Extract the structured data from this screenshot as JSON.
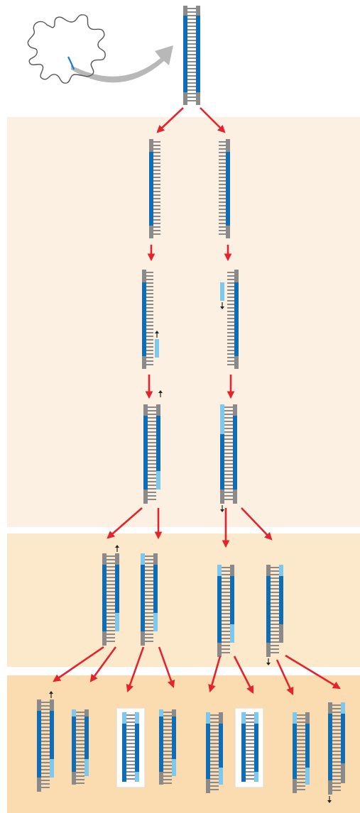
{
  "colors": {
    "background": "#ffffff",
    "cycle_1_band": "#fbf0e2",
    "cycle_2_band": "#fce9cc",
    "cycle_3_band": "#fbdcb0",
    "template_strand": "#0f6db5",
    "new_strand": "#7dc8ec",
    "flanking_region": "#8a8a8a",
    "rungs": "#8a8a8a",
    "arrow": "#e5232c",
    "extension_arrow": "#222222",
    "source_curve": "#b3b3b3",
    "source_dna": "#555555",
    "target_segment": "#1b7fc4",
    "highlight_box_fill": "#ffffff",
    "highlight_box_border": "#e8ddc8"
  },
  "diagram": {
    "stages": [
      {
        "id": "template",
        "molecules": 1
      },
      {
        "id": "denature",
        "molecules": 2
      },
      {
        "id": "anneal",
        "molecules": 2
      },
      {
        "id": "extend",
        "molecules": 2
      },
      {
        "id": "cycle_2",
        "molecules": 4
      },
      {
        "id": "cycle_3",
        "molecules": 8,
        "highlighted": 2
      }
    ]
  }
}
